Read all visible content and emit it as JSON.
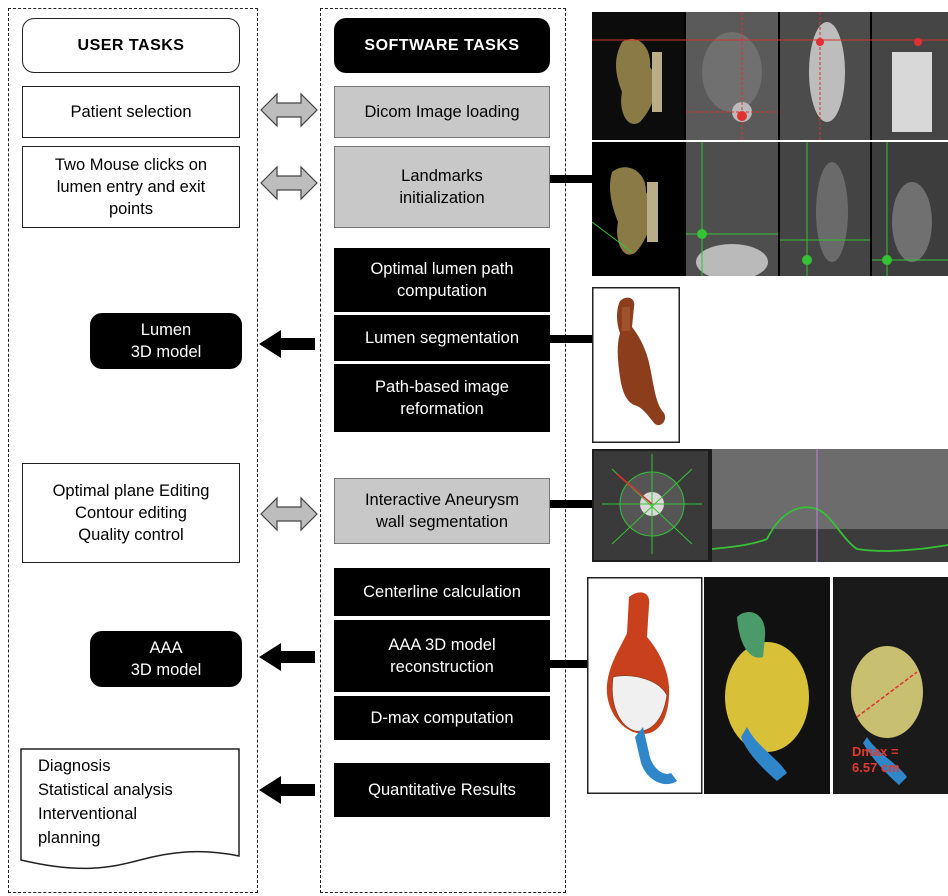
{
  "user_tasks": {
    "header": "USER TASKS",
    "patient_selection": "Patient selection",
    "mouse_clicks": "Two Mouse clicks on\nlumen entry and exit\npoints",
    "lumen_model": "Lumen\n3D model",
    "editing": "Optimal plane Editing\nContour editing\nQuality control",
    "aaa_model": "AAA\n3D model",
    "results_doc": "Diagnosis\nStatistical analysis\nInterventional\nplanning"
  },
  "software_tasks": {
    "header": "SOFTWARE TASKS",
    "dicom_loading": "Dicom Image loading",
    "landmarks": "Landmarks\ninitialization",
    "lumen_path": "Optimal lumen path\ncomputation",
    "lumen_segmentation": "Lumen segmentation",
    "path_reformation": "Path-based image\nreformation",
    "wall_segmentation": "Interactive Aneurysm\nwall segmentation",
    "centerline": "Centerline calculation",
    "aaa_reconstruction": "AAA 3D model\nreconstruction",
    "dmax_computation": "D-max computation",
    "quantitative_results": "Quantitative Results"
  },
  "image_annotations": {
    "dmax_label": "Dmax =\n6.57 cm"
  },
  "colors": {
    "gray_box": "#c8c8c8",
    "black_box": "#000000",
    "arrow_gray": "#bdbdbd",
    "crosshair_red": "#e03030",
    "crosshair_green": "#35c235",
    "lumen_model": "#8c3d1c"
  }
}
